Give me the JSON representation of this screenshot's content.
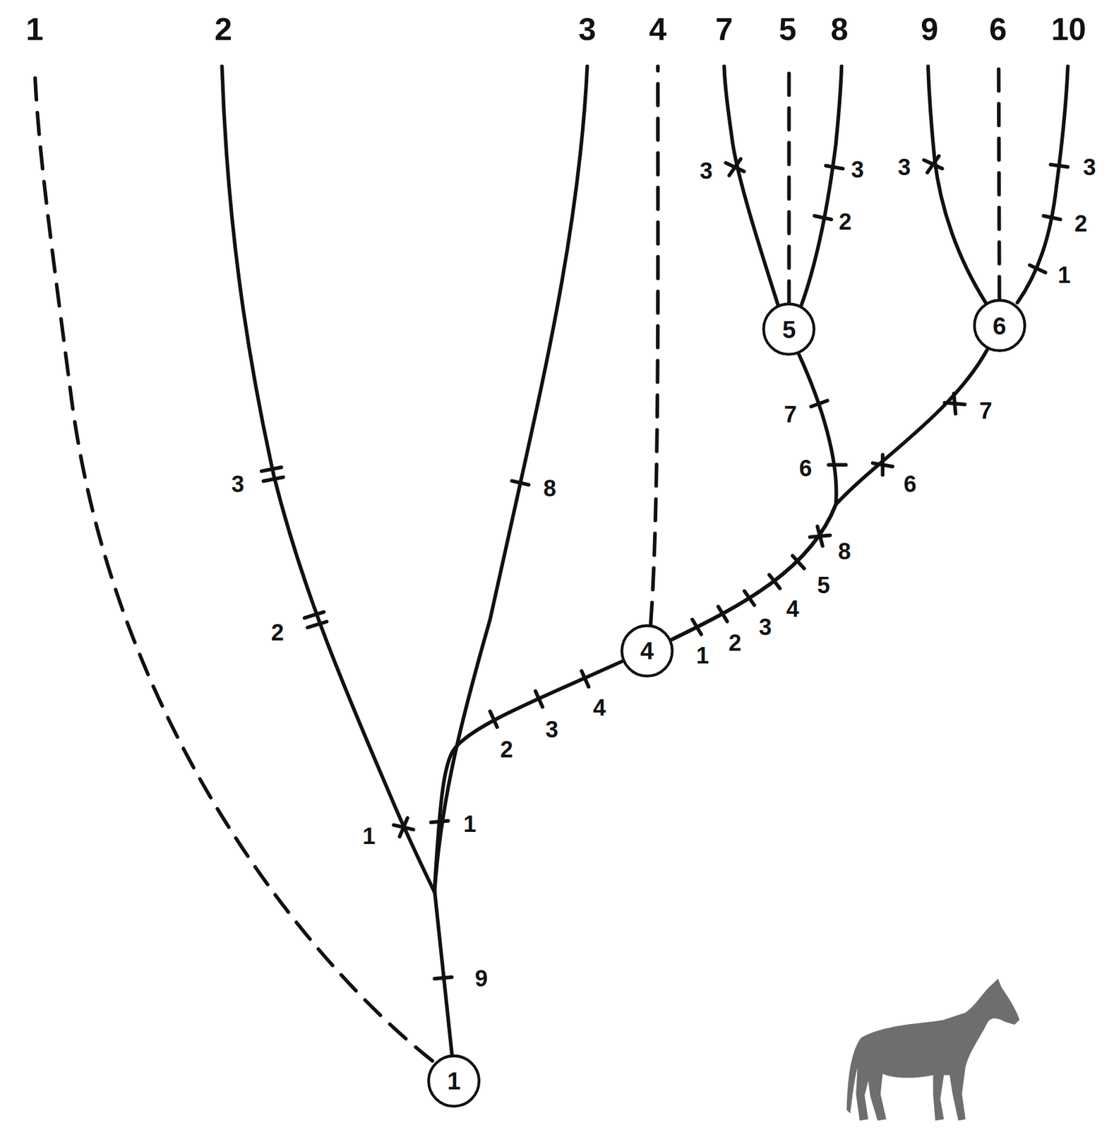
{
  "diagram": {
    "nodes": [
      {
        "text": [
          "1"
        ]
      },
      {
        "text": [
          "4"
        ]
      },
      {
        "text": [
          "5"
        ]
      },
      {
        "text": [
          "6"
        ]
      }
    ],
    "edges": [
      {
        "from": 0,
        "to": 1,
        "arrow": "none"
      },
      {
        "from": 1,
        "to": 2,
        "arrow": "none"
      },
      {
        "from": 1,
        "to": 3,
        "arrow": "none"
      }
    ],
    "labels": [
      "1",
      "2",
      "3",
      "4",
      "7",
      "5",
      "8",
      "9",
      "6",
      "10",
      "1",
      "2",
      "3",
      "9",
      "1",
      "8",
      "2",
      "3",
      "4",
      "1",
      "2",
      "3",
      "4",
      "5",
      "8",
      "6",
      "7",
      "6",
      "7",
      "3",
      "3",
      "2",
      "3",
      "3",
      "2",
      "1"
    ]
  }
}
